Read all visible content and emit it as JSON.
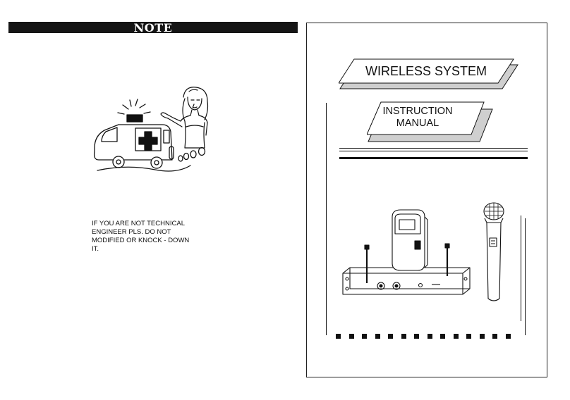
{
  "left_page": {
    "header": "NOTE",
    "warning_lines": [
      "IF YOU ARE NOT TECHNICAL",
      "ENGINEER PLS. DO NOT",
      "MODIFIED OR KNOCK - DOWN",
      "IT."
    ]
  },
  "right_page": {
    "title": "WIRELESS SYSTEM",
    "subtitle_lines": [
      "INSTRUCTION",
      "MANUAL"
    ]
  },
  "illustration_icons": [
    "ambulance-icon",
    "woman-figure-icon",
    "receiver-icon",
    "bodypack-transmitter-icon",
    "microphone-icon"
  ]
}
